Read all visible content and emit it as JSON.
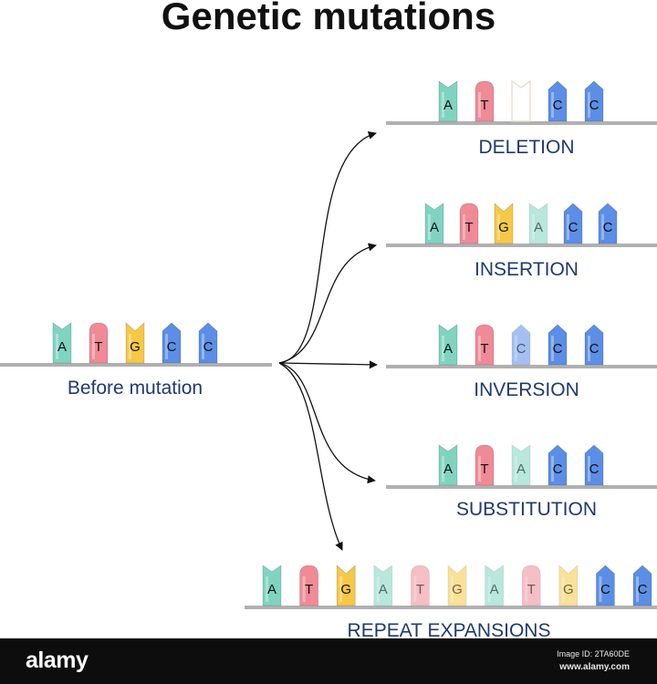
{
  "title": "Genetic mutations",
  "colors": {
    "A": "#7fd4c1",
    "T": "#f08a96",
    "G": "#f6c845",
    "C": "#5b8ee6",
    "label": "#1e3a6e",
    "strand": "#b0b0b0"
  },
  "rows": [
    {
      "id": "before",
      "label": "Before mutation",
      "bases": [
        {
          "l": "A",
          "t": "A"
        },
        {
          "l": "T",
          "t": "T"
        },
        {
          "l": "G",
          "t": "G"
        },
        {
          "l": "C",
          "t": "C"
        },
        {
          "l": "C",
          "t": "C"
        }
      ]
    },
    {
      "id": "deletion",
      "label": "DELETION",
      "bases": [
        {
          "l": "A",
          "t": "A"
        },
        {
          "l": "T",
          "t": "T"
        },
        {
          "l": "",
          "t": "empty"
        },
        {
          "l": "C",
          "t": "C"
        },
        {
          "l": "C",
          "t": "C"
        }
      ]
    },
    {
      "id": "insertion",
      "label": "INSERTION",
      "bases": [
        {
          "l": "A",
          "t": "A"
        },
        {
          "l": "T",
          "t": "T"
        },
        {
          "l": "G",
          "t": "G"
        },
        {
          "l": "A",
          "t": "A",
          "faded": true
        },
        {
          "l": "C",
          "t": "C"
        },
        {
          "l": "C",
          "t": "C"
        }
      ]
    },
    {
      "id": "inversion",
      "label": "INVERSION",
      "bases": [
        {
          "l": "A",
          "t": "A"
        },
        {
          "l": "T",
          "t": "T"
        },
        {
          "l": "C",
          "t": "C",
          "faded": true
        },
        {
          "l": "C",
          "t": "C"
        },
        {
          "l": "C",
          "t": "C"
        }
      ]
    },
    {
      "id": "substitution",
      "label": "SUBSTITUTION",
      "bases": [
        {
          "l": "A",
          "t": "A"
        },
        {
          "l": "T",
          "t": "T"
        },
        {
          "l": "A",
          "t": "A",
          "faded": true
        },
        {
          "l": "C",
          "t": "C"
        },
        {
          "l": "C",
          "t": "C"
        }
      ]
    },
    {
      "id": "repeat",
      "label": "REPEAT EXPANSIONS",
      "bases": [
        {
          "l": "A",
          "t": "A"
        },
        {
          "l": "T",
          "t": "T"
        },
        {
          "l": "G",
          "t": "G"
        },
        {
          "l": "A",
          "t": "A",
          "faded": true
        },
        {
          "l": "T",
          "t": "T",
          "faded": true
        },
        {
          "l": "G",
          "t": "G",
          "faded": true
        },
        {
          "l": "A",
          "t": "A",
          "faded": true
        },
        {
          "l": "T",
          "t": "T",
          "faded": true
        },
        {
          "l": "G",
          "t": "G",
          "faded": true
        },
        {
          "l": "C",
          "t": "C"
        },
        {
          "l": "C",
          "t": "C"
        }
      ]
    }
  ],
  "footer": {
    "logo": "alamy",
    "image_id": "Image ID: 2TA60DE",
    "site": "www.alamy.com"
  }
}
